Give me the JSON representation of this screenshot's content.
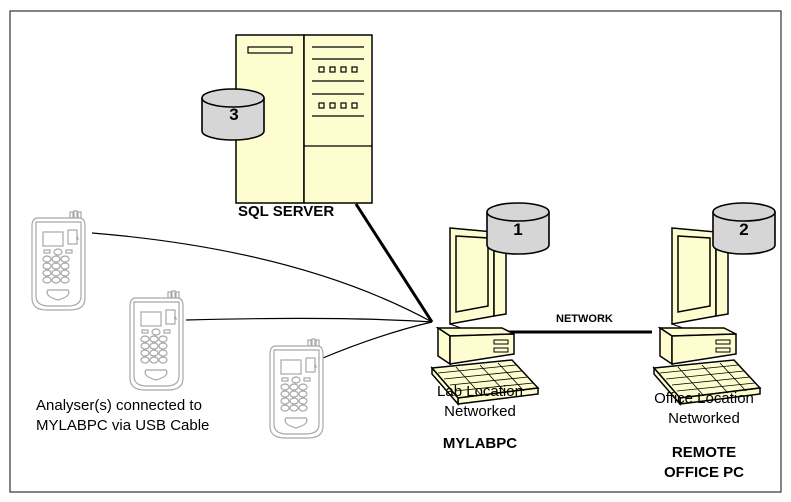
{
  "server": {
    "label": "SQL SERVER",
    "db_badge": "3"
  },
  "lab_pc": {
    "db_badge": "1",
    "location_line1": "Lab Location",
    "location_line2": "Networked",
    "name": "MYLABPC"
  },
  "remote_pc": {
    "db_badge": "2",
    "location_line1": "Office Location",
    "location_line2": "Networked",
    "name_line1": "REMOTE",
    "name_line2": "OFFICE PC"
  },
  "network_label": "NETWORK",
  "analysers": {
    "caption_line1": "Analyser(s) connected to",
    "caption_line2": "MYLABPC via USB Cable",
    "count": 3
  },
  "colors": {
    "device_fill": "#fefdcf",
    "db_fill": "#d6d6d6",
    "line": "#000000",
    "analyser_stroke": "#a8a8a8",
    "frame": "#333333"
  }
}
